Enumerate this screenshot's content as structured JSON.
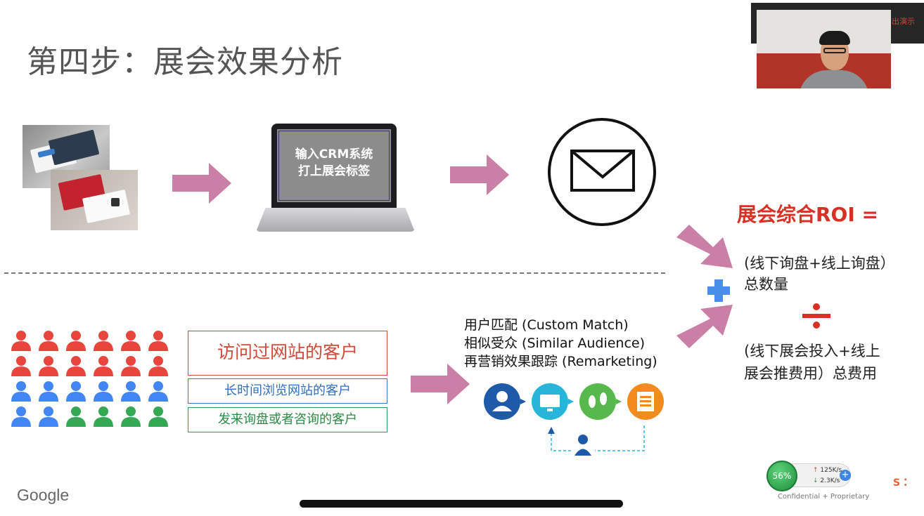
{
  "slide": {
    "title": "第四步：展会效果分析",
    "laptop_screen_line1": "输入CRM系统",
    "laptop_screen_line2": "打上展会标签"
  },
  "roi": {
    "title": "展会综合ROI =",
    "numerator_line1": "(线下询盘+线上询盘）",
    "numerator_line2": "总数量",
    "denominator_line1": "(线下展会投入+线上",
    "denominator_line2": "展会推费用）总费用"
  },
  "audience": {
    "box1": "访问过网站的客户",
    "box2": "长时间浏览网站的客户",
    "box3": "发来询盘或者咨询的客户"
  },
  "matching": {
    "line1": "用户匹配 (Custom Match)",
    "line2": "相似受众 (Similar Audience)",
    "line3": "再营销效果跟踪 (Remarketing)"
  },
  "footer": {
    "logo": "Google",
    "watermark": "Confidential + Proprietary"
  },
  "video_overlay": {
    "exit_label": "出演示"
  },
  "network_widget": {
    "percent": "56%",
    "upload": "125K/s",
    "download": "2.3K/s"
  },
  "colors": {
    "accent_red": "#d93025",
    "people_red": "#e8453c",
    "people_blue": "#4285f4",
    "people_green": "#34a853",
    "arrow_pink": "#c97fa6",
    "plus_blue": "#4a8fe7"
  },
  "people_grid": {
    "rows": [
      [
        "red",
        "red",
        "red",
        "red",
        "red",
        "red"
      ],
      [
        "red",
        "red",
        "red",
        "red",
        "red",
        "red"
      ],
      [
        "blue",
        "blue",
        "blue",
        "blue",
        "blue",
        "blue"
      ],
      [
        "blue",
        "blue",
        "green",
        "green",
        "green",
        "green"
      ]
    ]
  },
  "remarketing_icons": [
    "user-icon",
    "monitor-icon",
    "footprints-icon",
    "document-icon"
  ]
}
